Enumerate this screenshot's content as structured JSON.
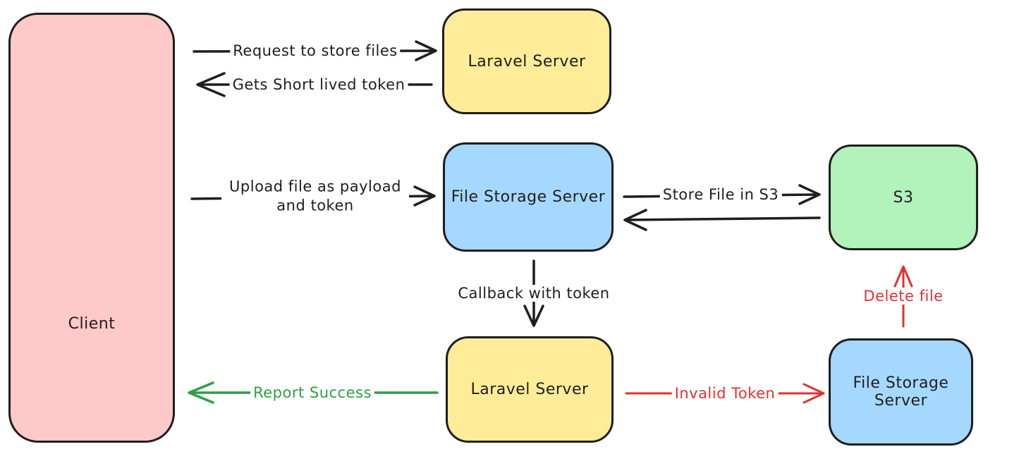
{
  "nodes": {
    "client": {
      "label": "Client",
      "fill": "#ffc9c9"
    },
    "laravel_top": {
      "label": "Laravel Server",
      "fill": "#ffec99"
    },
    "file_storage_mid": {
      "label": "File Storage Server",
      "fill": "#a5d8ff"
    },
    "s3": {
      "label": "S3",
      "fill": "#b2f2bb"
    },
    "laravel_bottom": {
      "label": "Laravel Server",
      "fill": "#ffec99"
    },
    "file_storage_bottom": {
      "label": "File Storage Server",
      "fill": "#a5d8ff"
    }
  },
  "edges": {
    "request": {
      "label": "Request to store files",
      "color": "#1e1e1e",
      "from": "client",
      "to": "laravel_top"
    },
    "short_token": {
      "label": "Gets Short lived token",
      "color": "#1e1e1e",
      "from": "laravel_top",
      "to": "client"
    },
    "upload": {
      "label": "Upload file as payload and token",
      "color": "#1e1e1e",
      "from": "client",
      "to": "file_storage_mid"
    },
    "store": {
      "label": "Store File in S3",
      "color": "#1e1e1e",
      "from": "file_storage_mid",
      "to": "s3"
    },
    "store_return": {
      "label": "",
      "color": "#1e1e1e",
      "from": "s3",
      "to": "file_storage_mid"
    },
    "callback": {
      "label": "Callback with token",
      "color": "#1e1e1e",
      "from": "file_storage_mid",
      "to": "laravel_bottom"
    },
    "report": {
      "label": "Report Success",
      "color": "#2f9e44",
      "from": "laravel_bottom",
      "to": "client"
    },
    "invalid": {
      "label": "Invalid Token",
      "color": "#e03131",
      "from": "laravel_bottom",
      "to": "file_storage_bottom"
    },
    "delete": {
      "label": "Delete file",
      "color": "#e03131",
      "from": "file_storage_bottom",
      "to": "s3"
    }
  },
  "colors": {
    "stroke": "#1e1e1e",
    "success": "#2f9e44",
    "danger": "#e03131",
    "background": "#ffffff"
  }
}
